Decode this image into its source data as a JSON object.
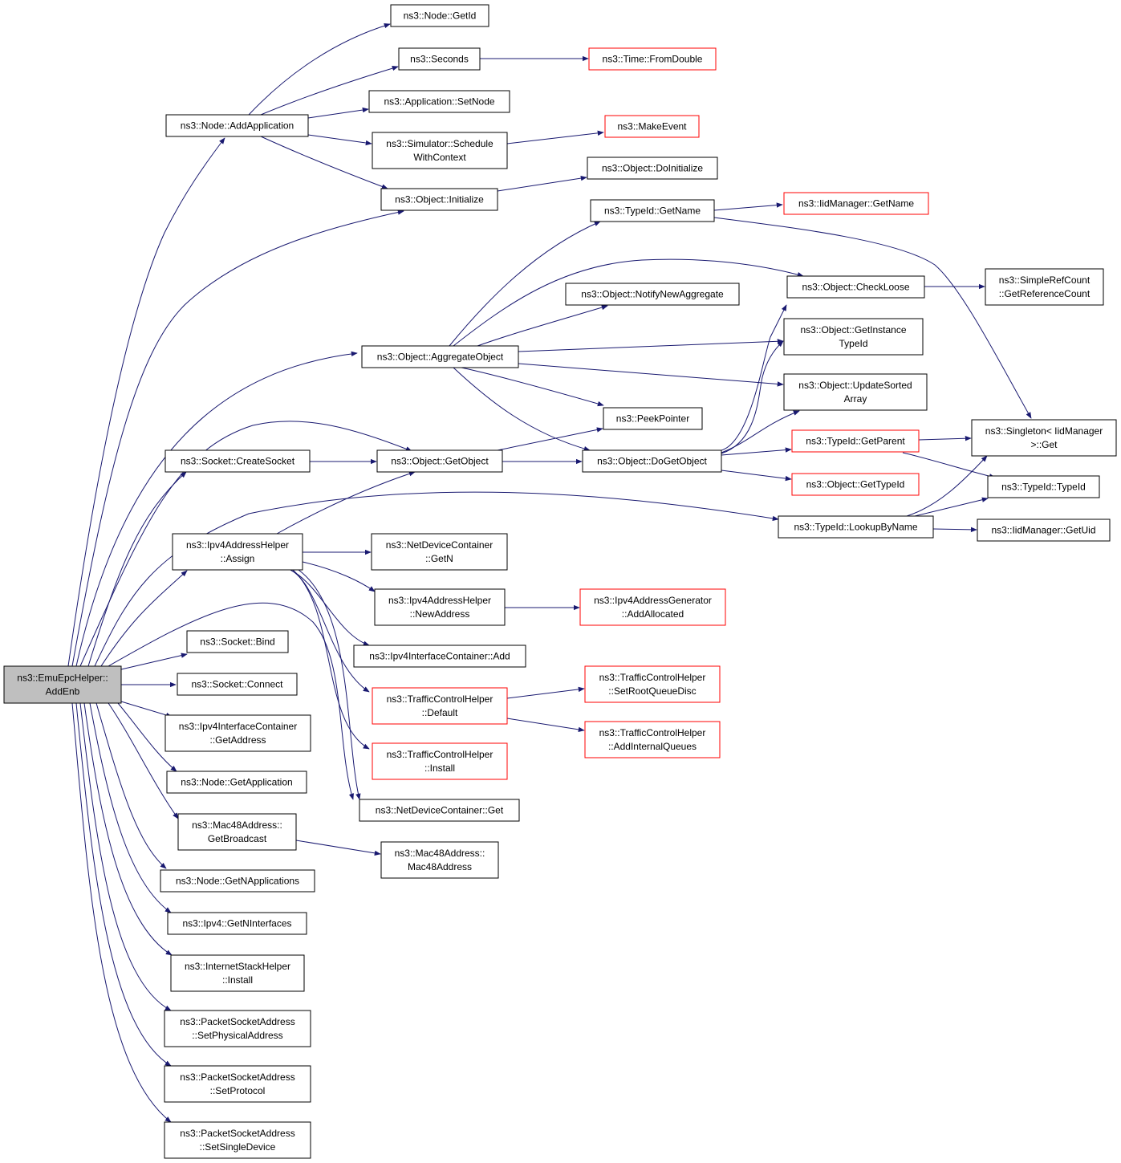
{
  "graph": {
    "colors": {
      "edge": "#191970",
      "root_fill": "#bfbfbf",
      "node_fill": "#ffffff",
      "node_border": "#000000",
      "truncated_border": "#ff0000"
    },
    "root": {
      "id": "addenb",
      "lines": [
        "ns3::EmuEpcHelper::",
        "AddEnb"
      ]
    },
    "nodes": [
      {
        "id": "node_getid",
        "lines": [
          "ns3::Node::GetId"
        ]
      },
      {
        "id": "seconds",
        "lines": [
          "ns3::Seconds"
        ]
      },
      {
        "id": "fromdouble",
        "lines": [
          "ns3::Time::FromDouble"
        ],
        "truncated": true
      },
      {
        "id": "app_setnode",
        "lines": [
          "ns3::Application::SetNode"
        ]
      },
      {
        "id": "addapplication",
        "lines": [
          "ns3::Node::AddApplication"
        ]
      },
      {
        "id": "makeevent",
        "lines": [
          "ns3::MakeEvent"
        ],
        "truncated": true
      },
      {
        "id": "schedulewithcontext",
        "lines": [
          "ns3::Simulator::Schedule",
          "WithContext"
        ]
      },
      {
        "id": "doinitialize",
        "lines": [
          "ns3::Object::DoInitialize"
        ]
      },
      {
        "id": "initialize",
        "lines": [
          "ns3::Object::Initialize"
        ]
      },
      {
        "id": "typeid_getname",
        "lines": [
          "ns3::TypeId::GetName"
        ]
      },
      {
        "id": "iid_getname",
        "lines": [
          "ns3::IidManager::GetName"
        ],
        "truncated": true
      },
      {
        "id": "checkloose",
        "lines": [
          "ns3::Object::CheckLoose"
        ]
      },
      {
        "id": "getreferencecount",
        "lines": [
          "ns3::SimpleRefCount",
          "::GetReferenceCount"
        ]
      },
      {
        "id": "notifynewaggregate",
        "lines": [
          "ns3::Object::NotifyNewAggregate"
        ]
      },
      {
        "id": "getinstancetypeid",
        "lines": [
          "ns3::Object::GetInstance",
          "TypeId"
        ]
      },
      {
        "id": "aggregateobject",
        "lines": [
          "ns3::Object::AggregateObject"
        ]
      },
      {
        "id": "updatesortedarray",
        "lines": [
          "ns3::Object::UpdateSorted",
          "Array"
        ]
      },
      {
        "id": "peekpointer",
        "lines": [
          "ns3::PeekPointer"
        ]
      },
      {
        "id": "singleton_get",
        "lines": [
          "ns3::Singleton< IidManager",
          ">::Get"
        ]
      },
      {
        "id": "getparent",
        "lines": [
          "ns3::TypeId::GetParent"
        ],
        "truncated": true
      },
      {
        "id": "createsocket",
        "lines": [
          "ns3::Socket::CreateSocket"
        ]
      },
      {
        "id": "getobject",
        "lines": [
          "ns3::Object::GetObject"
        ]
      },
      {
        "id": "dogetobject",
        "lines": [
          "ns3::Object::DoGetObject"
        ]
      },
      {
        "id": "typeid_typeid",
        "lines": [
          "ns3::TypeId::TypeId"
        ]
      },
      {
        "id": "gettypeid",
        "lines": [
          "ns3::Object::GetTypeId"
        ],
        "truncated": true
      },
      {
        "id": "lookupbyname",
        "lines": [
          "ns3::TypeId::LookupByName"
        ]
      },
      {
        "id": "getuid",
        "lines": [
          "ns3::IidManager::GetUid"
        ]
      },
      {
        "id": "assign",
        "lines": [
          "ns3::Ipv4AddressHelper",
          "::Assign"
        ]
      },
      {
        "id": "ndc_getn",
        "lines": [
          "ns3::NetDeviceContainer",
          "::GetN"
        ]
      },
      {
        "id": "newaddress",
        "lines": [
          "ns3::Ipv4AddressHelper",
          "::NewAddress"
        ]
      },
      {
        "id": "addallocated",
        "lines": [
          "ns3::Ipv4AddressGenerator",
          "::AddAllocated"
        ],
        "truncated": true
      },
      {
        "id": "socket_bind",
        "lines": [
          "ns3::Socket::Bind"
        ]
      },
      {
        "id": "iic_add",
        "lines": [
          "ns3::Ipv4InterfaceContainer::Add"
        ]
      },
      {
        "id": "socket_connect",
        "lines": [
          "ns3::Socket::Connect"
        ]
      },
      {
        "id": "setrootqueuedisc",
        "lines": [
          "ns3::TrafficControlHelper",
          "::SetRootQueueDisc"
        ],
        "truncated": true
      },
      {
        "id": "tch_default",
        "lines": [
          "ns3::TrafficControlHelper",
          "::Default"
        ],
        "truncated": true
      },
      {
        "id": "iic_getaddress",
        "lines": [
          "ns3::Ipv4InterfaceContainer",
          "::GetAddress"
        ]
      },
      {
        "id": "addinternalqueues",
        "lines": [
          "ns3::TrafficControlHelper",
          "::AddInternalQueues"
        ],
        "truncated": true
      },
      {
        "id": "tch_install",
        "lines": [
          "ns3::TrafficControlHelper",
          "::Install"
        ],
        "truncated": true
      },
      {
        "id": "node_getapplication",
        "lines": [
          "ns3::Node::GetApplication"
        ]
      },
      {
        "id": "ndc_get",
        "lines": [
          "ns3::NetDeviceContainer::Get"
        ]
      },
      {
        "id": "getbroadcast",
        "lines": [
          "ns3::Mac48Address::",
          "GetBroadcast"
        ]
      },
      {
        "id": "mac48address",
        "lines": [
          "ns3::Mac48Address::",
          "Mac48Address"
        ]
      },
      {
        "id": "getnapplications",
        "lines": [
          "ns3::Node::GetNApplications"
        ]
      },
      {
        "id": "getninterfaces",
        "lines": [
          "ns3::Ipv4::GetNInterfaces"
        ]
      },
      {
        "id": "ish_install",
        "lines": [
          "ns3::InternetStackHelper",
          "::Install"
        ]
      },
      {
        "id": "setphysicaladdress",
        "lines": [
          "ns3::PacketSocketAddress",
          "::SetPhysicalAddress"
        ]
      },
      {
        "id": "setprotocol",
        "lines": [
          "ns3::PacketSocketAddress",
          "::SetProtocol"
        ]
      },
      {
        "id": "setsingledevice",
        "lines": [
          "ns3::PacketSocketAddress",
          "::SetSingleDevice"
        ]
      }
    ]
  }
}
